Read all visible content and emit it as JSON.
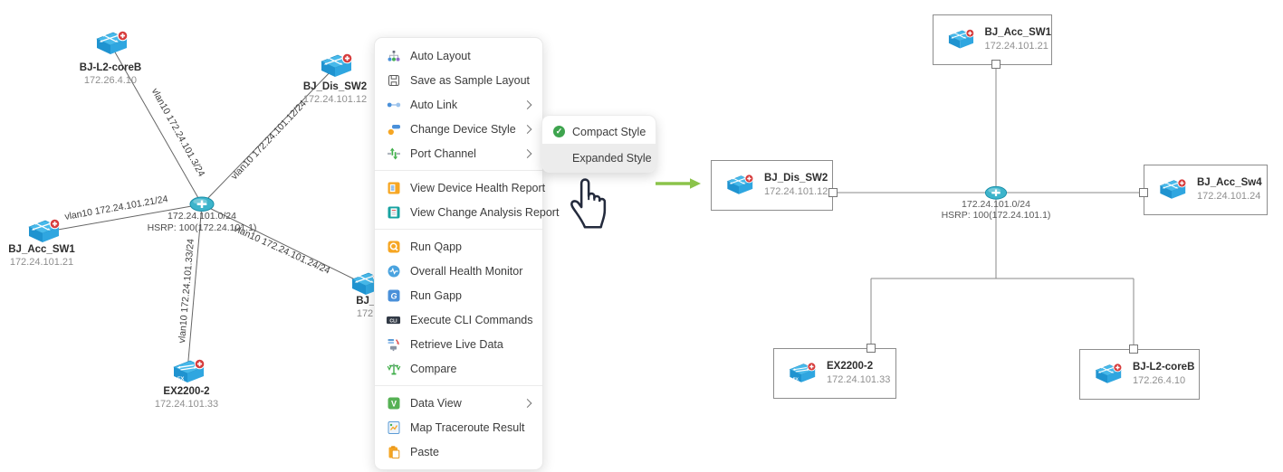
{
  "devices": {
    "coreB": {
      "name": "BJ-L2-coreB",
      "ip": "172.26.4.10"
    },
    "dis_sw2": {
      "name": "BJ_Dis_SW2",
      "ip": "172.24.101.12"
    },
    "acc_sw1": {
      "name": "BJ_Acc_SW1",
      "ip": "172.24.101.21"
    },
    "acc_sw4": {
      "name": "BJ_Acc_Sw4",
      "ip": "172.24.101.24"
    },
    "ex2200": {
      "name": "EX2200-2",
      "ip": "172.24.101.33"
    }
  },
  "segment": {
    "subnet": "172.24.101.0/24",
    "hsrp": "HSRP: 100(172.24.101.1)"
  },
  "links": {
    "coreB": "vlan10 172.24.101.3/24",
    "dis_sw2": "vlan10 172.24.101.12/24",
    "acc_sw1": "vlan10 172.24.101.21/24",
    "ex2200": "vlan10 172.24.101.33/24",
    "acc_sw4": "vlan10 172.24.101.24/24"
  },
  "context_menu": {
    "items": [
      {
        "label": "Auto Layout"
      },
      {
        "label": "Save as Sample Layout"
      },
      {
        "label": "Auto Link",
        "submenu": true
      },
      {
        "label": "Change Device Style",
        "submenu": true
      },
      {
        "label": "Port Channel",
        "submenu": true
      },
      {
        "label": "View Device Health Report"
      },
      {
        "label": "View Change Analysis Report"
      },
      {
        "label": "Run Qapp"
      },
      {
        "label": "Overall Health Monitor"
      },
      {
        "label": "Run Gapp"
      },
      {
        "label": "Execute CLI Commands"
      },
      {
        "label": "Retrieve Live Data"
      },
      {
        "label": "Compare"
      },
      {
        "label": "Data View",
        "submenu": true
      },
      {
        "label": "Map Traceroute Result"
      },
      {
        "label": "Paste"
      }
    ]
  },
  "style_submenu": {
    "compact": "Compact Style",
    "expanded": "Expanded Style"
  },
  "icons": {
    "check": "✓",
    "cli_badge": "CLI",
    "gapp_letter": "G",
    "data_view_letter": "V",
    "ex_label": "EX"
  },
  "colors": {
    "arrow_green": "#8bc34a",
    "device_blue": "#47b9ea",
    "badge_red": "#d63b3b",
    "segment_teal": "#3db4cb",
    "menu_highlight": "#ececec"
  }
}
